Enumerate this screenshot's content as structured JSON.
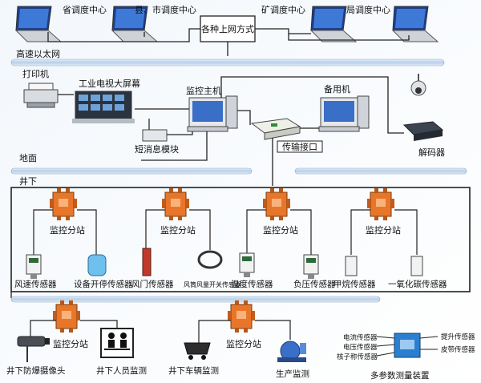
{
  "top": {
    "province_center": "省调度中心",
    "county_city_center": "县、市调度中心",
    "mine_center": "矿调度中心",
    "bureau_center": "局调度中心",
    "internet_methods": "各种上网方式",
    "ethernet": "高速以太网"
  },
  "surface": {
    "printer": "打印机",
    "big_screen": "工业电视大屏幕",
    "main_host": "监控主机",
    "backup_host": "备用机",
    "sms_module": "短消息模块",
    "transfer_interface": "传输接口",
    "decoder": "解码器",
    "ground": "地面"
  },
  "underground": {
    "label": "井下",
    "substation": "监控分站",
    "sensors": {
      "wind_speed": "风速传感器",
      "equipment_onoff": "设备开停传感器",
      "air_door": "风门传感器",
      "duct_switch": "风筒风量开关传感器",
      "temperature": "温度传感器",
      "negative_pressure": "负压传感器",
      "methane": "甲烷传感器",
      "co": "一氧化碳传感器"
    },
    "camera": "井下防爆摄像头",
    "personnel": "井下人员监测",
    "vehicle": "井下车辆监测",
    "production": "生产监测",
    "multi_param": "多参数测量装置",
    "current_sensor": "电流传感器",
    "voltage_sensor": "电压传感器",
    "scale_sensor": "核子称传感器",
    "hoist_sensor": "提升传感器",
    "belt_sensor": "皮带传感器"
  },
  "colors": {
    "line": "#222222",
    "ethernet_bar": "#c5d8ee",
    "substation_orange": "#e8762a",
    "multi_param_blue": "#2a7fd0"
  }
}
